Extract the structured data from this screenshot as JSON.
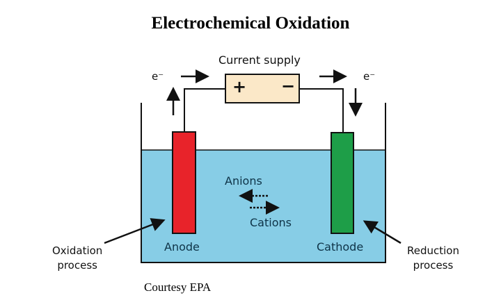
{
  "title": "Electrochemical Oxidation",
  "credit": "Courtesy EPA",
  "diagram": {
    "current_supply": "Current supply",
    "plus": "+",
    "minus": "−",
    "electron_left": "e⁻",
    "electron_right": "e⁻",
    "anions": "Anions",
    "cations": "Cations",
    "anode": "Anode",
    "cathode": "Cathode",
    "oxidation": [
      "Oxidation",
      "process"
    ],
    "reduction": [
      "Reduction",
      "process"
    ]
  },
  "colors": {
    "water": "#87cde6",
    "anode": "#e8232a",
    "cathode": "#1e9e48",
    "supply": "#fbe8c8",
    "text": "#0e3347"
  }
}
